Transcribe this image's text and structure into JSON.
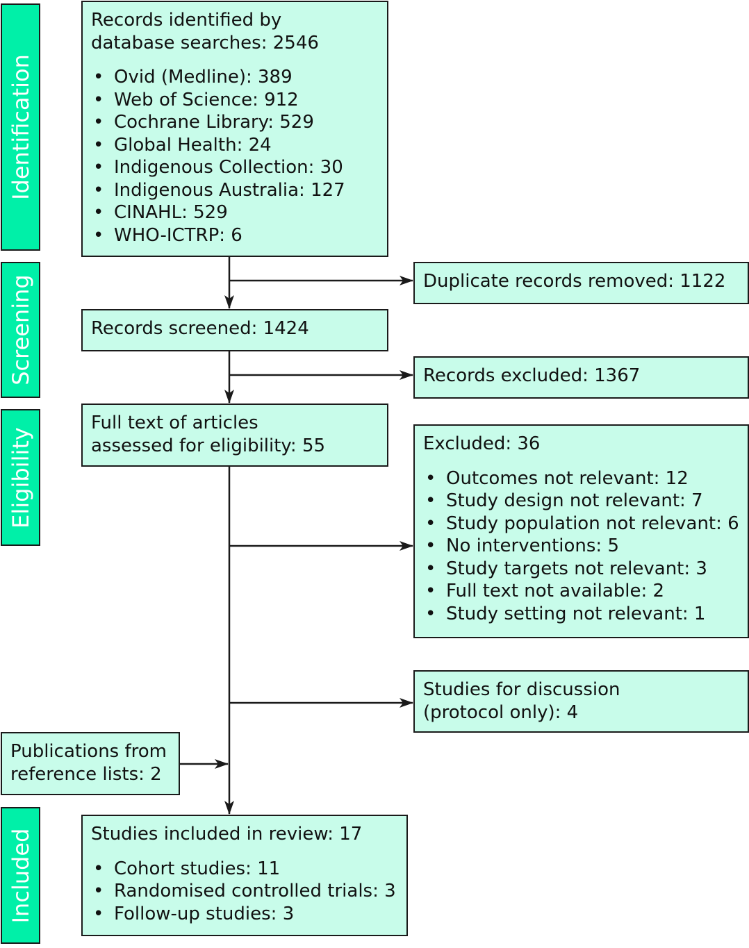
{
  "stages": {
    "identification": "Identification",
    "screening": "Screening",
    "eligibility": "Eligibility",
    "included": "Included"
  },
  "records_identified": {
    "heading": "Records identified by database searches: 2546",
    "items": [
      "Ovid (Medline): 389",
      "Web of Science: 912",
      "Cochrane Library: 529",
      "Global Health: 24",
      "Indigenous Collection: 30",
      "Indigenous Australia: 127",
      "CINAHL: 529",
      "WHO-ICTRP: 6"
    ]
  },
  "duplicates_removed": "Duplicate records removed: 1122",
  "records_screened": "Records screened: 1424",
  "records_excluded": "Records excluded: 1367",
  "full_text_assessed": "Full text of articles assessed for eligibility: 55",
  "excluded": {
    "heading": "Excluded: 36",
    "items": [
      "Outcomes not relevant: 12",
      "Study design not relevant: 7",
      "Study population not relevant: 6",
      "No interventions: 5",
      "Study targets not relevant: 3",
      "Full text not available: 2",
      "Study setting not relevant: 1"
    ]
  },
  "studies_for_discussion": "Studies for discussion (protocol only): 4",
  "publications_from_references": "Publications from reference lists: 2",
  "studies_included": {
    "heading": "Studies included in review: 17",
    "items": [
      "Cohort studies: 11",
      "Randomised controlled trials: 3",
      "Follow-up studies: 3"
    ]
  },
  "colors": {
    "stage_fill": "#00f0a8",
    "box_fill": "#c8fcea",
    "line": "#1a1a1a"
  }
}
